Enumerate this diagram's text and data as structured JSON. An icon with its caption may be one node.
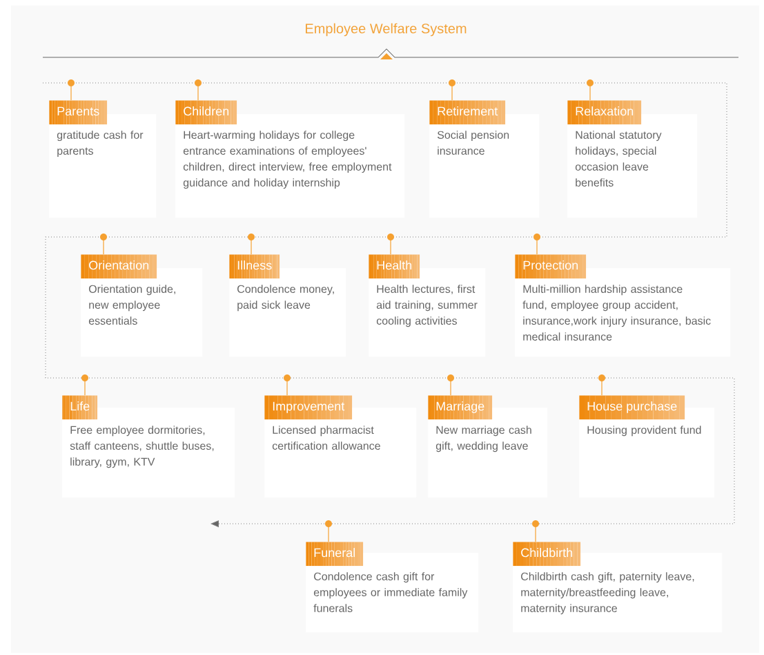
{
  "diagram": {
    "title": "Employee Welfare System",
    "nodes": [
      {
        "text": [
          "Parents",
          "gratitude cash for parents"
        ]
      },
      {
        "text": [
          "Children",
          "Heart-warming holidays for college entrance examinations of employees' children, direct interview, free employment guidance and holiday internship"
        ]
      },
      {
        "text": [
          "Retirement",
          "Social pension insurance"
        ]
      },
      {
        "text": [
          "Relaxation",
          "National statutory holidays, special occasion leave benefits"
        ]
      },
      {
        "text": [
          "Orientation",
          "Orientation guide, new employee essentials"
        ]
      },
      {
        "text": [
          "Illness",
          "Condolence money, paid sick leave"
        ]
      },
      {
        "text": [
          "Health",
          "Health lectures, first aid training, summer cooling activities"
        ]
      },
      {
        "text": [
          "Protection",
          "Multi-million hardship assistance fund, employee group accident, insurance,work injury insurance, basic medical insurance"
        ]
      },
      {
        "text": [
          "Life",
          "Free employee dormitories, staff canteens, shuttle buses, library, gym, KTV"
        ]
      },
      {
        "text": [
          "Improvement",
          "Licensed pharmacist certification allowance"
        ]
      },
      {
        "text": [
          "Marriage",
          "New marriage cash gift, wedding leave"
        ]
      },
      {
        "text": [
          "House purchase",
          "Housing provident fund"
        ]
      },
      {
        "text": [
          "Funeral",
          "Condolence cash gift for employees or immediate family funerals"
        ]
      },
      {
        "text": [
          "Childbirth",
          "Childbirth cash gift, paternity leave, maternity/breastfeeding leave, maternity insurance"
        ]
      }
    ]
  }
}
